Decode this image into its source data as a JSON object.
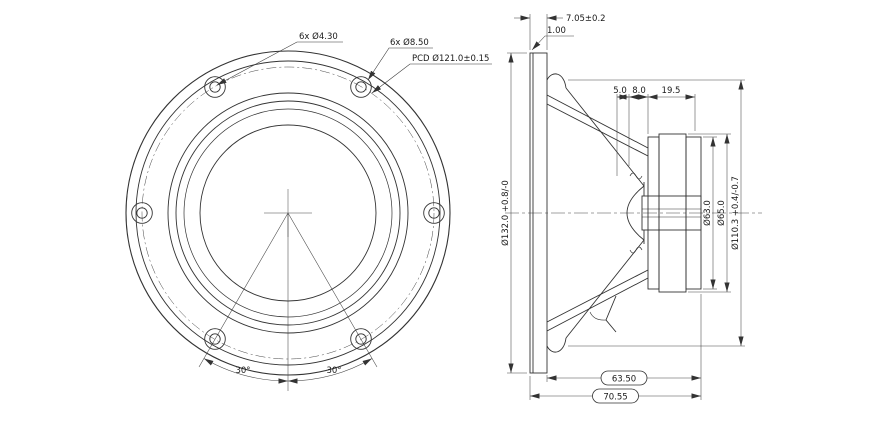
{
  "colors": {
    "line": "#333333",
    "background": "#ffffff"
  },
  "front_view": {
    "callouts": {
      "holes_small": "6x Ø4.30",
      "holes_large": "6x Ø8.50",
      "pcd": "PCD Ø121.0±0.15"
    },
    "angles": {
      "left": "30°",
      "right": "30°"
    }
  },
  "side_view": {
    "dims": {
      "flange_thickness": "7.05±0.2",
      "gasket_thickness": "1.00",
      "chain_a": "5.0",
      "chain_b": "8.0",
      "chain_c": "19.5",
      "outer_diameter": "Ø132.0 +0.8/-0",
      "plate_diameter": "Ø63.0",
      "magnet_diameter": "Ø65.0",
      "basket_diameter": "Ø110.3 +0.4/-0.7",
      "mounting_depth": "63.50",
      "overall_depth": "70.55"
    }
  }
}
